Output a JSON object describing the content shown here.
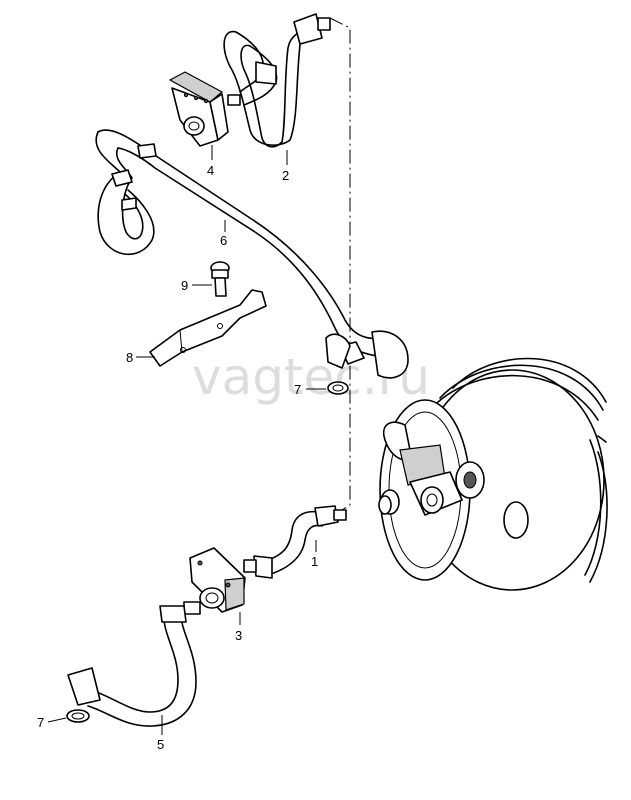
{
  "watermark": "vagtec.ru",
  "labels": {
    "p1": "1",
    "p2": "2",
    "p3": "3",
    "p4": "4",
    "p5": "5",
    "p6": "6",
    "p7a": "7",
    "p7b": "7",
    "p8": "8",
    "p9": "9"
  }
}
